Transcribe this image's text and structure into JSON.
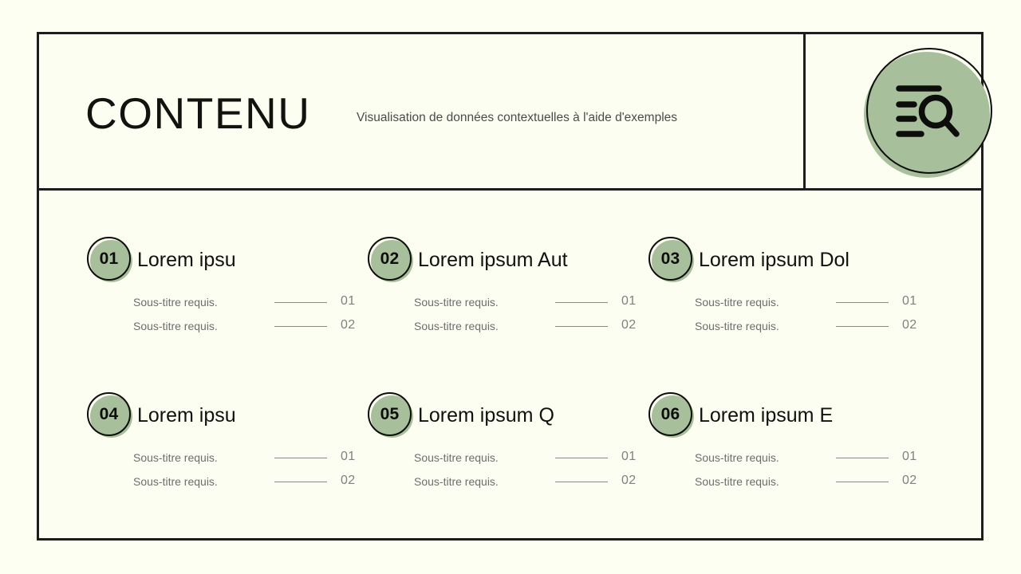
{
  "slide": {
    "background_color": "#fcfff2",
    "frame_color": "#1d1d1b",
    "accent_color": "#a8bf9b"
  },
  "header": {
    "title": "CONTENU",
    "subtitle": "Visualisation de données contextuelles à l'aide d'exemples",
    "icon_name": "document-search-icon"
  },
  "items": [
    {
      "number": "01",
      "title": "Lorem ipsu",
      "subrows": [
        {
          "label": "Sous-titre requis.",
          "number": "01"
        },
        {
          "label": "Sous-titre requis.",
          "number": "02"
        }
      ]
    },
    {
      "number": "02",
      "title": "Lorem ipsum Aut",
      "subrows": [
        {
          "label": "Sous-titre requis.",
          "number": "01"
        },
        {
          "label": "Sous-titre requis.",
          "number": "02"
        }
      ]
    },
    {
      "number": "03",
      "title": "Lorem ipsum Dol",
      "subrows": [
        {
          "label": "Sous-titre requis.",
          "number": "01"
        },
        {
          "label": "Sous-titre requis.",
          "number": "02"
        }
      ]
    },
    {
      "number": "04",
      "title": "Lorem ipsu",
      "subrows": [
        {
          "label": "Sous-titre requis.",
          "number": "01"
        },
        {
          "label": "Sous-titre requis.",
          "number": "02"
        }
      ]
    },
    {
      "number": "05",
      "title": "Lorem ipsum Q",
      "subrows": [
        {
          "label": "Sous-titre requis.",
          "number": "01"
        },
        {
          "label": "Sous-titre requis.",
          "number": "02"
        }
      ]
    },
    {
      "number": "06",
      "title": "Lorem ipsum E",
      "subrows": [
        {
          "label": "Sous-titre requis.",
          "number": "01"
        },
        {
          "label": "Sous-titre requis.",
          "number": "02"
        }
      ]
    }
  ]
}
